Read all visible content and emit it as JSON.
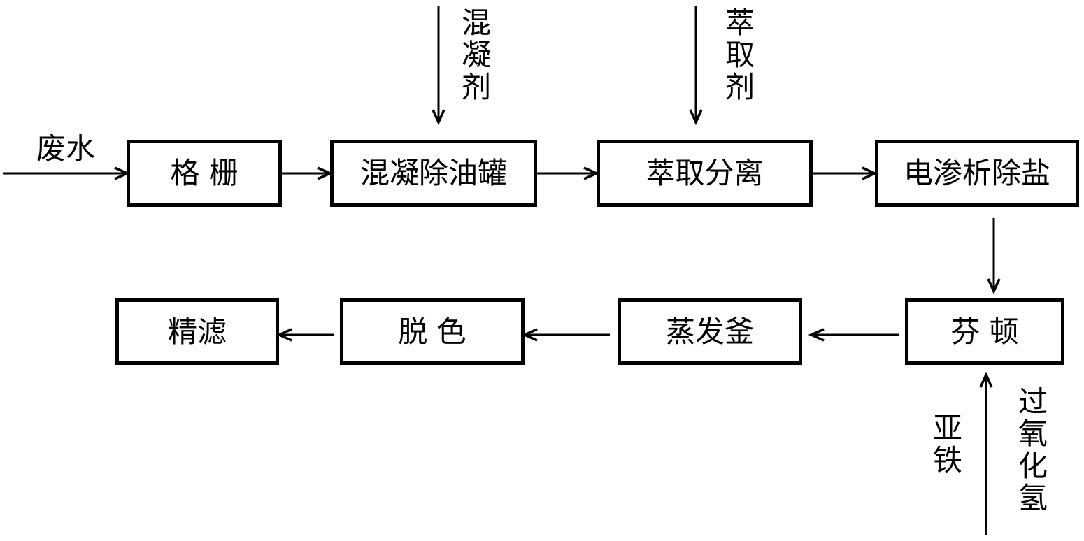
{
  "input_label": "废水",
  "process": {
    "grille": "格 栅",
    "coagulation_tank": "混凝除油罐",
    "extraction": "萃取分离",
    "electrodialysis": "电渗析除盐",
    "fenton": "芬 顿",
    "evaporator": "蒸发釜",
    "decolorization": "脱 色",
    "fine_filter": "精滤"
  },
  "reagents": {
    "coagulant": [
      "混",
      "凝",
      "剂"
    ],
    "extractant": [
      "萃",
      "取",
      "剂"
    ],
    "ferrous": [
      "亚",
      "铁"
    ],
    "hydrogen_peroxide": [
      "过",
      "氧",
      "化",
      "氢"
    ]
  }
}
